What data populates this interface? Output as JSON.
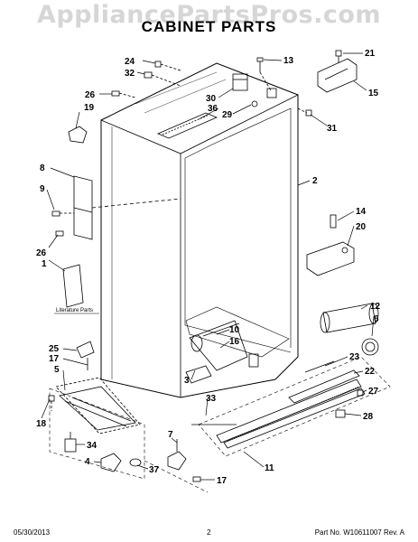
{
  "watermark": "AppliancePartsPros.com",
  "title": "CABINET PARTS",
  "footer": {
    "date": "05/30/2013",
    "page": "2",
    "part_no": "Part No. W10611007  Rev. A"
  },
  "literature_label": "Literature Parts",
  "callouts": {
    "c24": "24",
    "c32": "32",
    "c26a": "26",
    "c19": "19",
    "c8": "8",
    "c9": "9",
    "c26b": "26",
    "c1": "1",
    "c25": "25",
    "c17a": "17",
    "c5": "5",
    "c18": "18",
    "c34": "34",
    "c4": "4",
    "c37": "37",
    "c7": "7",
    "c17b": "17",
    "c11": "11",
    "c33": "33",
    "c3": "3",
    "c10": "10",
    "c16": "16",
    "c30": "30",
    "c36": "36",
    "c29": "29",
    "c13": "13",
    "c21": "21",
    "c15": "15",
    "c31": "31",
    "c2": "2",
    "c14": "14",
    "c20": "20",
    "c12": "12",
    "c6": "6",
    "c23": "23",
    "c22": "22",
    "c27": "27",
    "c28": "28"
  }
}
